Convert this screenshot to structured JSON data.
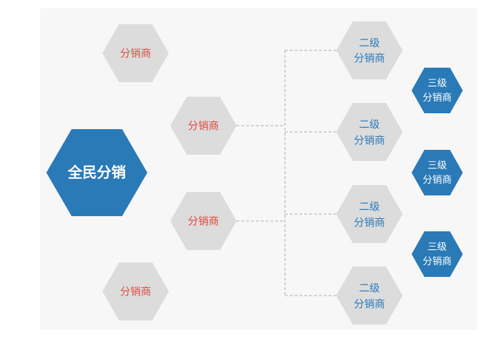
{
  "diagram": {
    "root": {
      "label": "全民分销",
      "fill": "#2a7ab8",
      "text_color": "#ffffff"
    },
    "distributors": [
      {
        "label": "分销商"
      },
      {
        "label": "分销商"
      },
      {
        "label": "分销商"
      },
      {
        "label": "分销商"
      }
    ],
    "level2": [
      {
        "line1": "二级",
        "line2": "分销商"
      },
      {
        "line1": "二级",
        "line2": "分销商"
      },
      {
        "line1": "二级",
        "line2": "分销商"
      },
      {
        "line1": "二级",
        "line2": "分销商"
      }
    ],
    "level3": [
      {
        "line1": "三级",
        "line2": "分销商"
      },
      {
        "line1": "三级",
        "line2": "分销商"
      },
      {
        "line1": "三级",
        "line2": "分销商"
      }
    ],
    "colors": {
      "gray_hex": "#dcdcdc",
      "red_text": "#e04b3f",
      "blue_text": "#2a7ab8",
      "blue_hex": "#2a7ab8",
      "connector": "#b8b8b8"
    }
  }
}
